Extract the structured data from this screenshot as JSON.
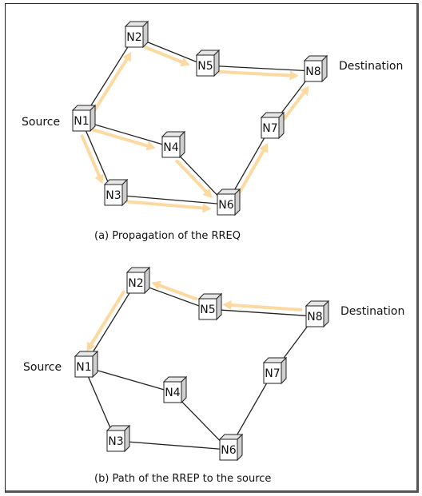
{
  "colors": {
    "arrow": "#fcd9a0",
    "edge": "#222222",
    "node_front": "#ffffff",
    "node_top": "#e6e6e6",
    "node_side": "#cfcfcf"
  },
  "diagrams": [
    {
      "id": "rreq",
      "caption": "(a) Propagation of the RREQ",
      "source_label": "Source",
      "destination_label": "Destination",
      "nodes": {
        "N1": "N1",
        "N2": "N2",
        "N3": "N3",
        "N4": "N4",
        "N5": "N5",
        "N6": "N6",
        "N7": "N7",
        "N8": "N8"
      },
      "edges": [
        [
          "N1",
          "N2"
        ],
        [
          "N1",
          "N4"
        ],
        [
          "N1",
          "N3"
        ],
        [
          "N2",
          "N5"
        ],
        [
          "N5",
          "N8"
        ],
        [
          "N3",
          "N6"
        ],
        [
          "N4",
          "N6"
        ],
        [
          "N6",
          "N7"
        ],
        [
          "N7",
          "N8"
        ]
      ],
      "arrows": [
        [
          "N1",
          "N2"
        ],
        [
          "N2",
          "N5"
        ],
        [
          "N5",
          "N8"
        ],
        [
          "N1",
          "N4"
        ],
        [
          "N1",
          "N3"
        ],
        [
          "N3",
          "N6"
        ],
        [
          "N4",
          "N6"
        ],
        [
          "N6",
          "N7"
        ],
        [
          "N7",
          "N8"
        ]
      ]
    },
    {
      "id": "rrep",
      "caption": "(b) Path of the RREP to the source",
      "source_label": "Source",
      "destination_label": "Destination",
      "nodes": {
        "N1": "N1",
        "N2": "N2",
        "N3": "N3",
        "N4": "N4",
        "N5": "N5",
        "N6": "N6",
        "N7": "N7",
        "N8": "N8"
      },
      "edges": [
        [
          "N1",
          "N2"
        ],
        [
          "N1",
          "N4"
        ],
        [
          "N1",
          "N3"
        ],
        [
          "N2",
          "N5"
        ],
        [
          "N5",
          "N8"
        ],
        [
          "N3",
          "N6"
        ],
        [
          "N4",
          "N6"
        ],
        [
          "N6",
          "N7"
        ],
        [
          "N7",
          "N8"
        ]
      ],
      "arrows": [
        [
          "N8",
          "N5"
        ],
        [
          "N5",
          "N2"
        ],
        [
          "N2",
          "N1"
        ]
      ]
    }
  ]
}
